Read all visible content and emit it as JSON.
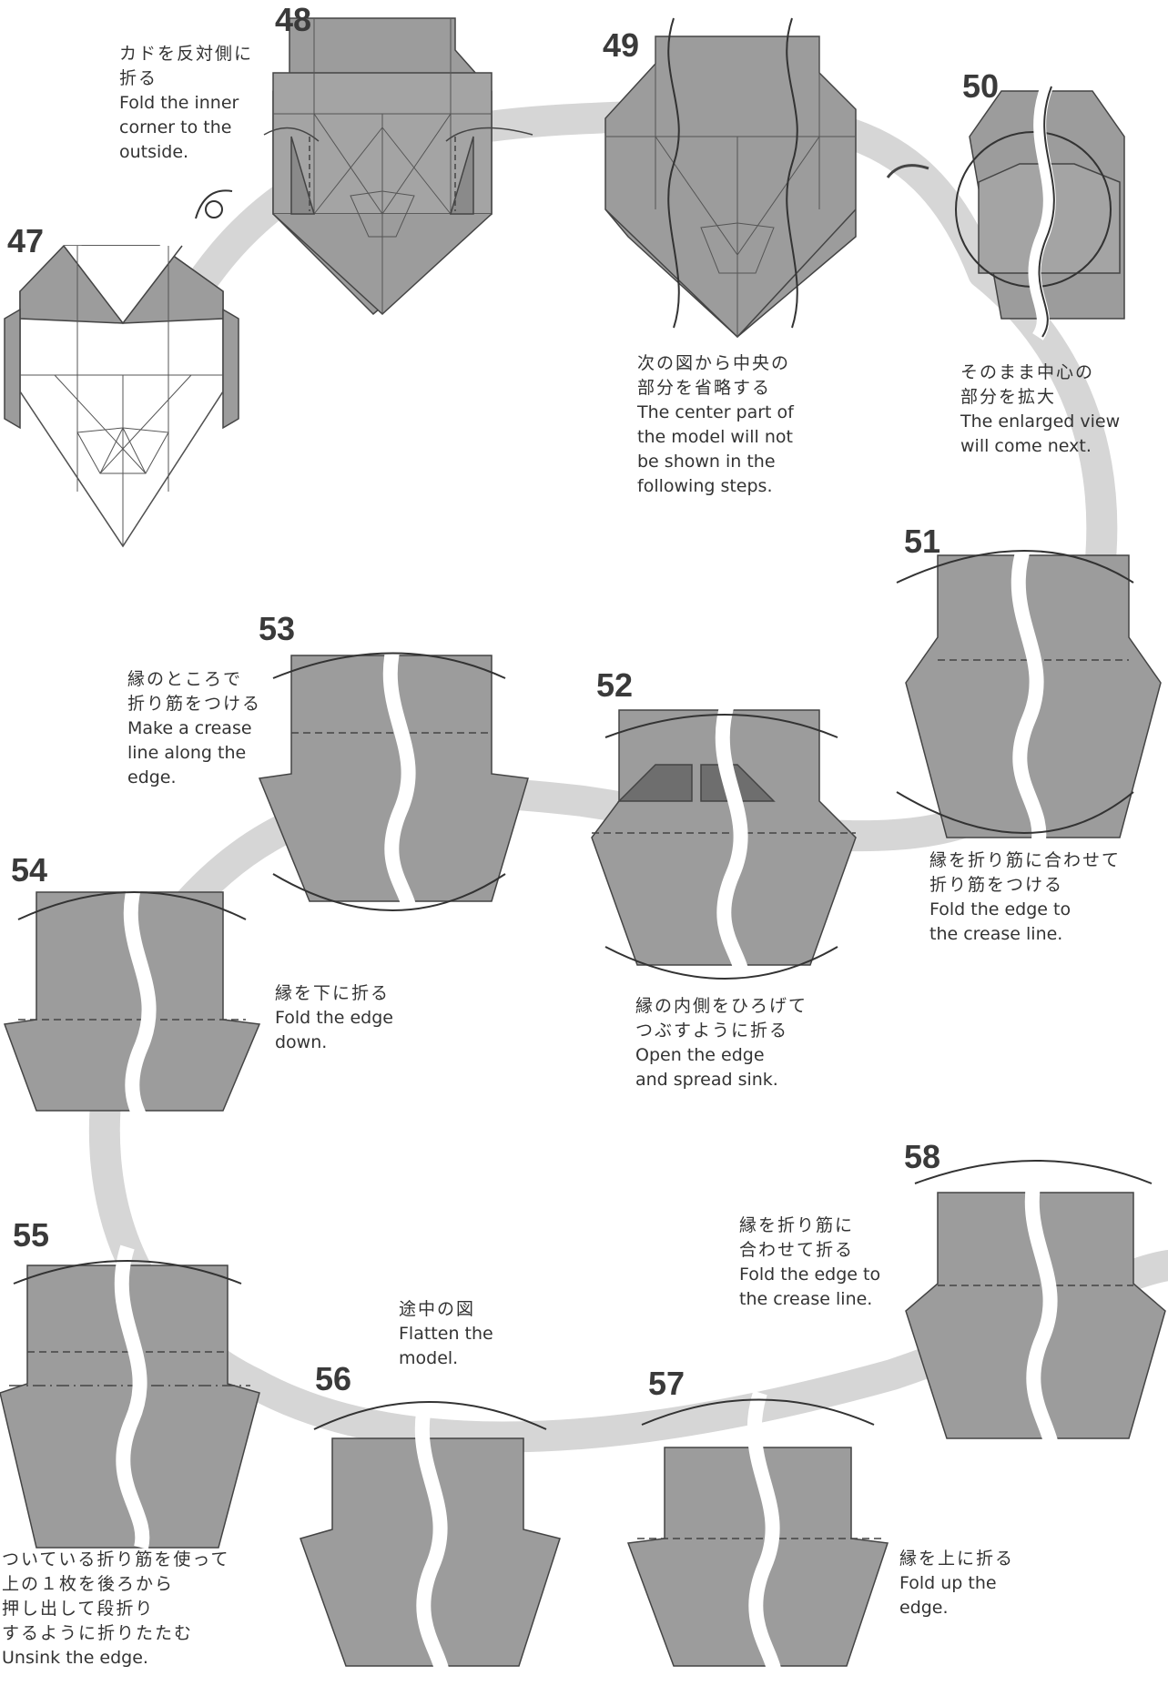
{
  "colors": {
    "paper": "#9c9c9c",
    "paper_dark": "#6e6e6e",
    "paper_white": "#ffffff",
    "line": "#444444",
    "path_band": "#d6d6d6",
    "text": "#333333"
  },
  "steps": [
    {
      "num": "47",
      "jp": [],
      "en": []
    },
    {
      "num": "48",
      "jp": [
        "カドを反対側に",
        "折る"
      ],
      "en": [
        "Fold the inner",
        "corner to the",
        "outside."
      ]
    },
    {
      "num": "49",
      "jp": [
        "次の図から中央の",
        "部分を省略する"
      ],
      "en": [
        "The center part of",
        "the model will not",
        "be shown in the",
        "following steps."
      ]
    },
    {
      "num": "50",
      "jp": [
        "そのまま中心の",
        "部分を拡大"
      ],
      "en": [
        "The enlarged view",
        "will come next."
      ]
    },
    {
      "num": "51",
      "jp": [
        "縁を折り筋に合わせて",
        "折り筋をつける"
      ],
      "en": [
        "Fold the edge to",
        "the crease line."
      ]
    },
    {
      "num": "52",
      "jp": [
        "縁の内側をひろげて",
        "つぶすように折る"
      ],
      "en": [
        "Open the edge",
        "and spread sink."
      ]
    },
    {
      "num": "53",
      "jp": [
        "縁のところで",
        "折り筋をつける"
      ],
      "en": [
        "Make a crease",
        "line along the",
        "edge."
      ]
    },
    {
      "num": "54",
      "jp": [
        "縁を下に折る"
      ],
      "en": [
        "Fold the edge",
        "down."
      ]
    },
    {
      "num": "55",
      "jp": [
        "ついている折り筋を使って",
        "上の１枚を後ろから",
        "押し出して段折り",
        "するように折りたたむ"
      ],
      "en": [
        "Unsink the edge."
      ]
    },
    {
      "num": "56",
      "jp": [
        "途中の図"
      ],
      "en": [
        "Flatten the",
        "model."
      ]
    },
    {
      "num": "57",
      "jp": [
        "縁を上に折る"
      ],
      "en": [
        "Fold up the",
        "edge."
      ]
    },
    {
      "num": "58",
      "jp": [
        "縁を折り筋に",
        "合わせて折る"
      ],
      "en": [
        "Fold the edge to",
        "the crease line."
      ]
    }
  ]
}
